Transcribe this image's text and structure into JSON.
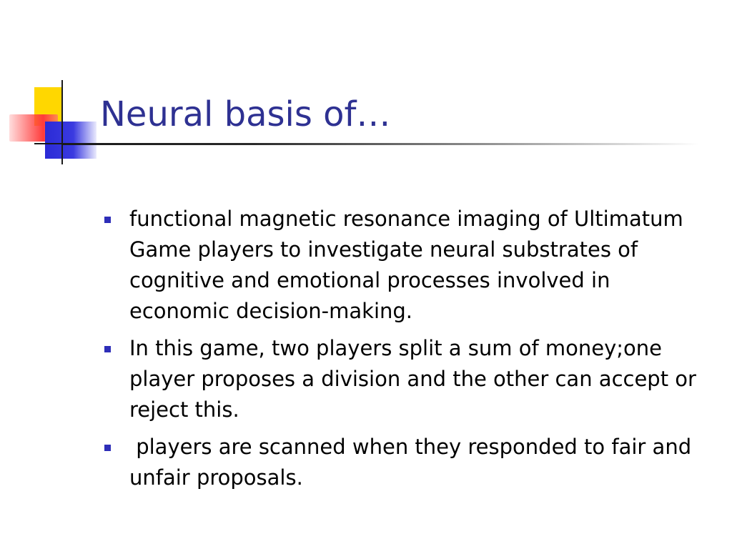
{
  "slide": {
    "title": "Neural basis of…",
    "accent_color": "#2e3192",
    "bullet_color": "#2e2eb8",
    "bullets": [
      "functional magnetic resonance imaging of Ultimatum Game players to investigate neural substrates of cognitive and emotional processes involved in economic decision-making.",
      "In this game, two players split a sum of money;one player proposes a division and the other can accept or reject this.",
      " players are scanned when they responded to fair and unfair proposals."
    ]
  },
  "icons": {
    "logo": "corner-squares-logo-icon",
    "bullet": "square-bullet-icon"
  }
}
